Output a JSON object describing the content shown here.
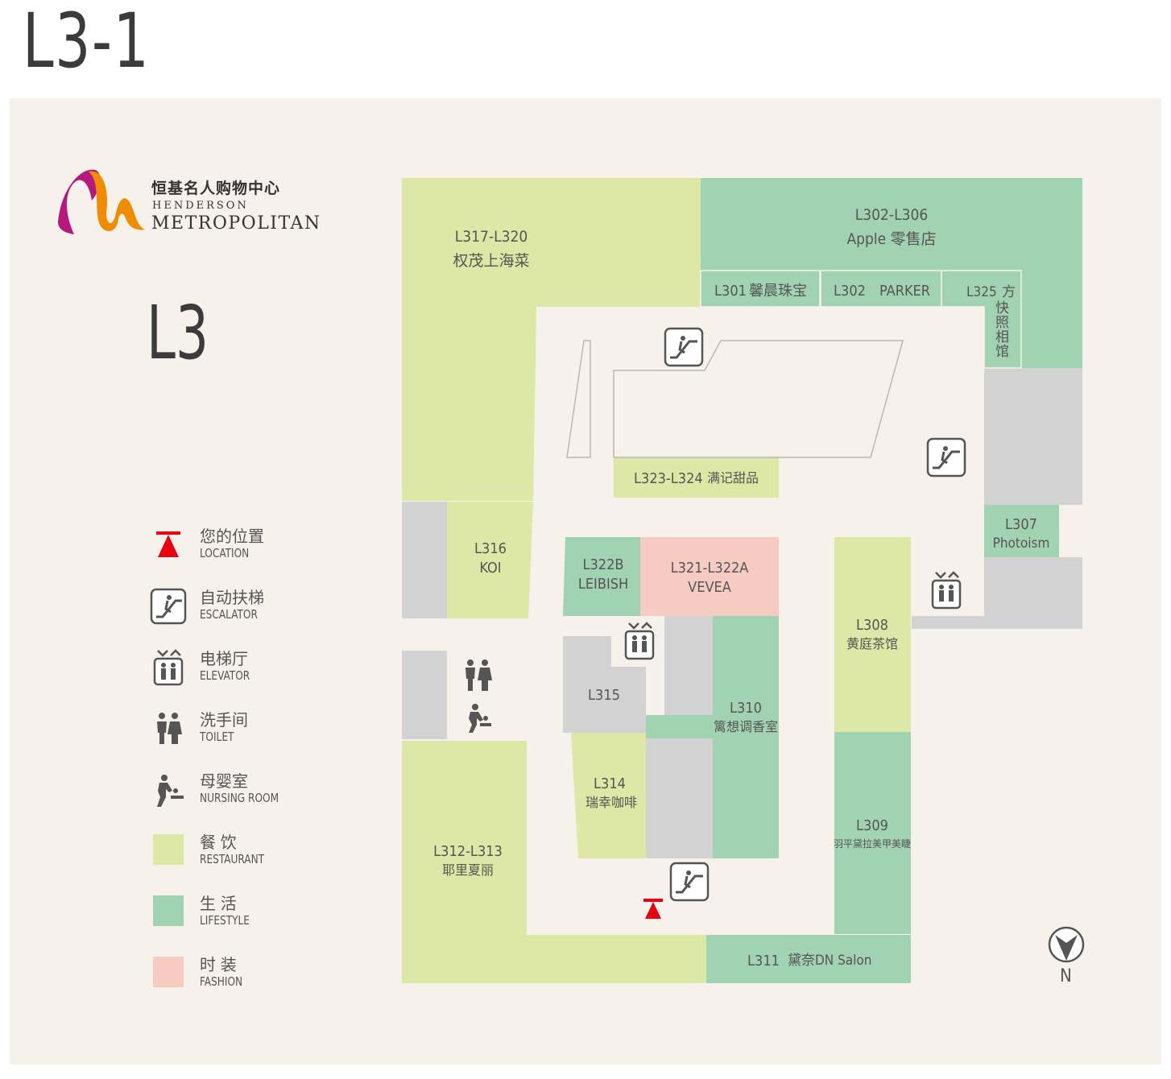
{
  "page_title": "L3-1",
  "brand": {
    "name_zh": "恒基名人购物中心",
    "name_en_1": "HENDERSON",
    "name_en_2": "METROPOLITAN"
  },
  "floor": "L3",
  "legend": [
    {
      "zh": "您的位置",
      "en": "LOCATION",
      "icon": "you-are-here-icon"
    },
    {
      "zh": "自动扶梯",
      "en": "ESCALATOR",
      "icon": "escalator-icon"
    },
    {
      "zh": "电梯厅",
      "en": "ELEVATOR",
      "icon": "elevator-icon"
    },
    {
      "zh": "洗手间",
      "en": "TOILET",
      "icon": "toilet-icon"
    },
    {
      "zh": "母婴室",
      "en": "NURSING ROOM",
      "icon": "nursing-room-icon"
    },
    {
      "zh": "餐 饮",
      "en": "RESTAURANT",
      "color": "#dde7a6"
    },
    {
      "zh": "生 活",
      "en": "LIFESTYLE",
      "color": "#a1d2b1"
    },
    {
      "zh": "时 装",
      "en": "FASHION",
      "color": "#f6cbc2"
    }
  ],
  "colors": {
    "restaurant": "#dde7a6",
    "lifestyle": "#a1d2b1",
    "fashion": "#f6cbc2",
    "service": "#d2d2d2",
    "corridor": "#f7f1ec",
    "marker": "#e60012"
  },
  "stores": [
    {
      "id": "L302-L306",
      "name": "Apple 零售店"
    },
    {
      "id": "L317-L320",
      "name": "权茂上海菜"
    },
    {
      "id": "L301",
      "name": "馨晨珠宝"
    },
    {
      "id": "L302",
      "name": "PARKER"
    },
    {
      "id": "L325",
      "name": "方快照相馆"
    },
    {
      "id": "L323-L324",
      "name": "满记甜品"
    },
    {
      "id": "L307",
      "name": "Photoism"
    },
    {
      "id": "L316",
      "name": "KOI"
    },
    {
      "id": "L322B",
      "name": "LEIBISH"
    },
    {
      "id": "L321-L322A",
      "name": "VEVEA"
    },
    {
      "id": "L308",
      "name": "黄庭茶馆"
    },
    {
      "id": "L315",
      "name": ""
    },
    {
      "id": "L310",
      "name": "篱想调香室"
    },
    {
      "id": "L314",
      "name": "瑞幸咖啡"
    },
    {
      "id": "L309",
      "name": "羽平黛拉美甲美睫"
    },
    {
      "id": "L312-L313",
      "name": "耶里夏丽"
    },
    {
      "id": "L311",
      "name": "黛奈DN Salon"
    }
  ],
  "compass": "N"
}
